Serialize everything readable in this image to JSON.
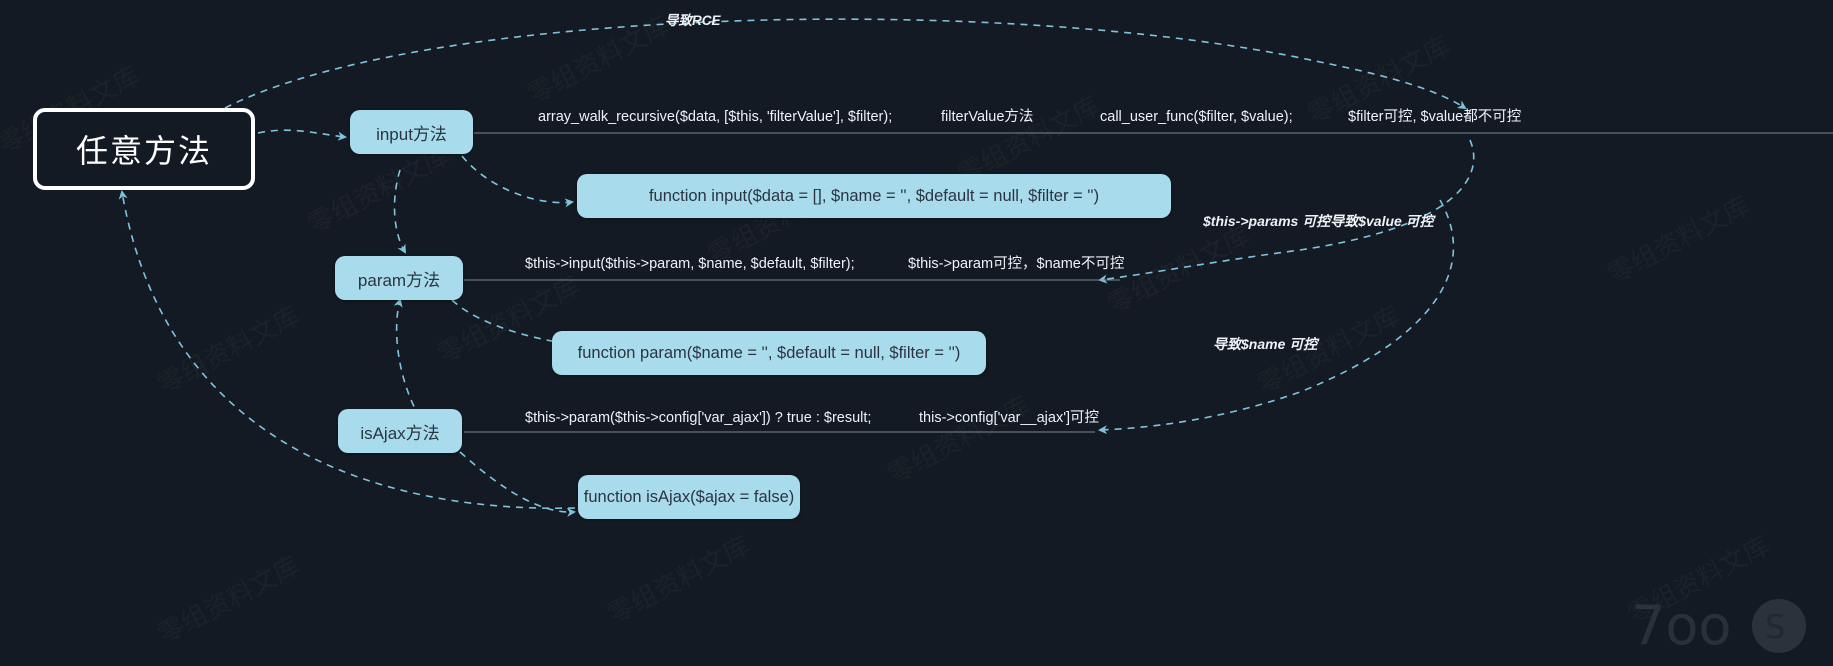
{
  "theme": {
    "background": "#141a23",
    "node_fill": "#a8dcec",
    "node_text": "#2b3440",
    "edge_color": "#7fc4dd",
    "label_text": "#eef2f6",
    "root_border": "#ffffff"
  },
  "root": {
    "label": "任意方法"
  },
  "nodes": {
    "input_method": "input方法",
    "param_method": "param方法",
    "isajax_method": "isAjax方法",
    "fn_input": "function input($data = [], $name = '', $default = null, $filter = '')",
    "fn_param": "function param($name = '', $default = null, $filter = '')",
    "fn_isajax": "function isAjax($ajax = false)"
  },
  "edge_labels": {
    "rce": "导致RCE",
    "array_walk": "array_walk_recursive($data, [$this, 'filterValue'], $filter);",
    "filter_value_method": "filterValue方法",
    "call_user_func": "call_user_func($filter, $value);",
    "filter_controllable": "$filter可控, $value都不可控",
    "this_input_call": "$this->input($this->param, $name, $default, $filter);",
    "param_controllable": "$this->param可控，$name不可控",
    "params_note": "$this->params 可控导致$value 可控",
    "isajax_call": "$this->param($this->config['var_ajax']) ? true : $result;",
    "var_ajax_controllable": "this->config['var__ajax']可控",
    "name_note": "导致$name 可控"
  },
  "watermarks": {
    "text_a": "零组资料文库",
    "text_b": "零组资料文库",
    "logo": "7oo"
  }
}
